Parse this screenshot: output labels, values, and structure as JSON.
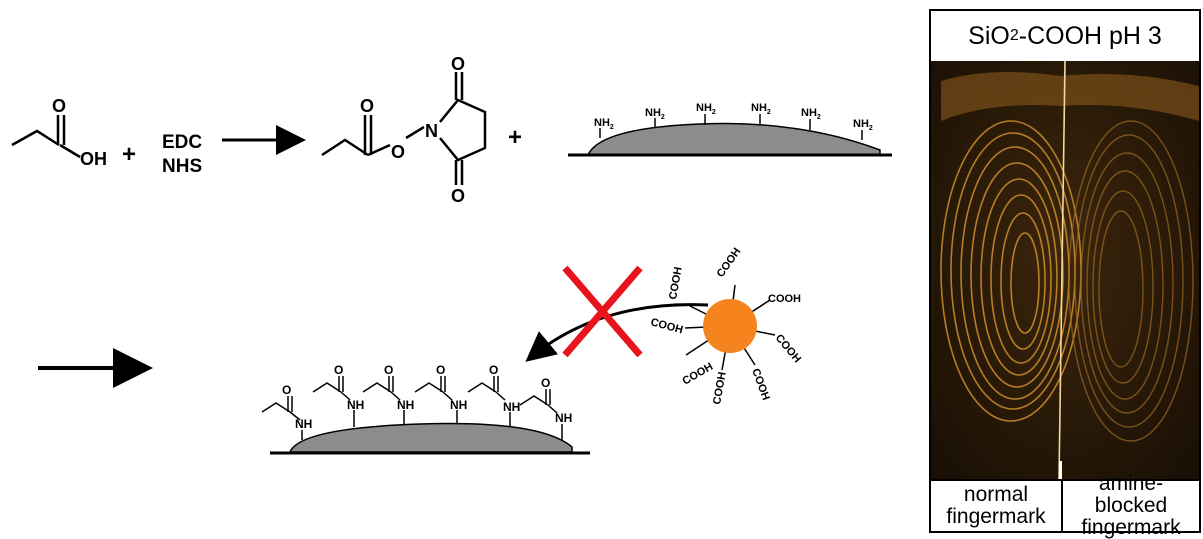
{
  "scheme": {
    "reagents": [
      "EDC",
      "NHS"
    ],
    "plus": "+",
    "groups": {
      "carbonyl_o": "O",
      "hydroxyl": "OH",
      "amine": "NH",
      "carboxyl": "COOH",
      "amine_sub": "2"
    },
    "particle_color": "#f5841f",
    "blocked_mark_color": "#e8141c"
  },
  "panel": {
    "title_main": "SiO",
    "title_sub": "2",
    "title_rest": "-COOH pH 3",
    "left_caption_line1": "normal",
    "left_caption_line2": "fingermark",
    "right_caption_line1": "amine-blocked",
    "right_caption_line2": "fingermark"
  }
}
